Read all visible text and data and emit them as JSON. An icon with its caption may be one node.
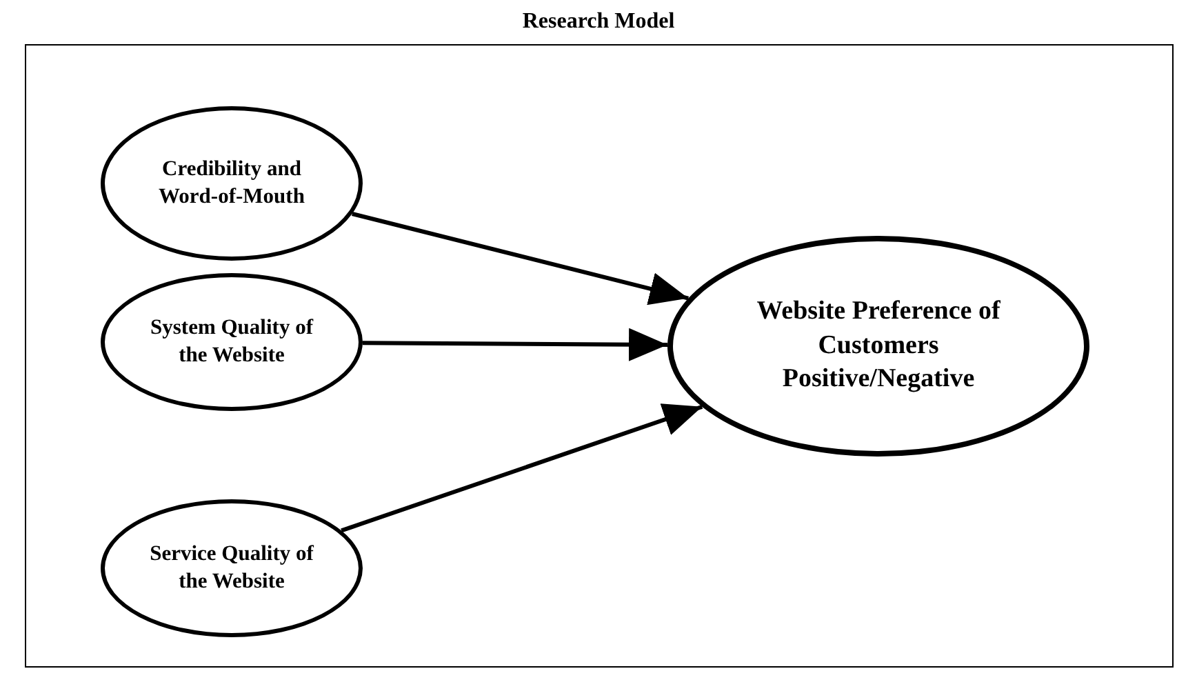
{
  "diagram": {
    "title": "Research Model",
    "nodes": [
      {
        "text": [
          "Credibility and Word-of-Mouth"
        ]
      },
      {
        "text": [
          "System Quality of the Website"
        ]
      },
      {
        "text": [
          "Service Quality of the Website"
        ]
      },
      {
        "text": [
          "Website Preference of Customers Positive/Negative"
        ]
      }
    ],
    "edges": [
      {
        "from": 0,
        "to": 3,
        "arrow": "to"
      },
      {
        "from": 1,
        "to": 3,
        "arrow": "to"
      },
      {
        "from": 2,
        "to": 3,
        "arrow": "to"
      }
    ]
  }
}
